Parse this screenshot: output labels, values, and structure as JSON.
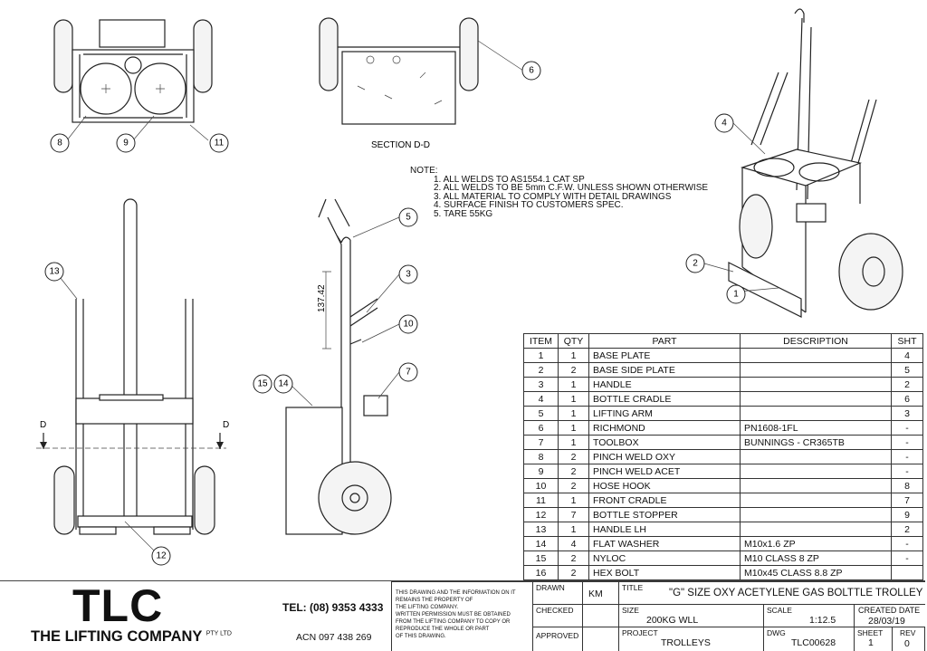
{
  "balloons": {
    "b1": "1",
    "b2": "2",
    "b3": "3",
    "b4": "4",
    "b5": "5",
    "b6": "6",
    "b7": "7",
    "b8": "8",
    "b9": "9",
    "b10": "10",
    "b11": "11",
    "b12": "12",
    "b13": "13",
    "b14": "14",
    "b15": "15"
  },
  "views": {
    "section_label": "SECTION D-D",
    "section_marker": "D",
    "dimension": "137.42"
  },
  "notes": {
    "heading": "NOTE:",
    "items": [
      "1. ALL WELDS TO AS1554.1 CAT SP",
      "2. ALL WELDS TO BE 5mm C.F.W. UNLESS SHOWN OTHERWISE",
      "3. ALL MATERIAL TO COMPLY WITH DETAIL DRAWINGS",
      "4. SURFACE FINISH TO CUSTOMERS SPEC.",
      "5. TARE 55KG"
    ]
  },
  "bom": {
    "headers": [
      "ITEM",
      "QTY",
      "PART",
      "DESCRIPTION",
      "SHT"
    ],
    "rows": [
      [
        "1",
        "1",
        "BASE PLATE",
        "",
        "4"
      ],
      [
        "2",
        "2",
        "BASE SIDE PLATE",
        "",
        "5"
      ],
      [
        "3",
        "1",
        "HANDLE",
        "",
        "2"
      ],
      [
        "4",
        "1",
        "BOTTLE CRADLE",
        "",
        "6"
      ],
      [
        "5",
        "1",
        "LIFTING ARM",
        "",
        "3"
      ],
      [
        "6",
        "1",
        "RICHMOND",
        "PN1608-1FL",
        "-"
      ],
      [
        "7",
        "1",
        "TOOLBOX",
        "BUNNINGS - CR365TB",
        "-"
      ],
      [
        "8",
        "2",
        "PINCH WELD OXY",
        "",
        "-"
      ],
      [
        "9",
        "2",
        "PINCH WELD ACET",
        "",
        "-"
      ],
      [
        "10",
        "2",
        "HOSE HOOK",
        "",
        "8"
      ],
      [
        "11",
        "1",
        "FRONT CRADLE",
        "",
        "7"
      ],
      [
        "12",
        "7",
        "BOTTLE STOPPER",
        "",
        "9"
      ],
      [
        "13",
        "1",
        "HANDLE LH",
        "",
        "2"
      ],
      [
        "14",
        "4",
        "FLAT WASHER",
        "M10x1.6 ZP",
        "-"
      ],
      [
        "15",
        "2",
        "NYLOC",
        "M10 CLASS 8 ZP",
        "-"
      ],
      [
        "16",
        "2",
        "HEX BOLT",
        "M10x45 CLASS 8.8 ZP",
        ""
      ]
    ]
  },
  "title_block": {
    "logo": "TLC",
    "company": "THE LIFTING COMPANY",
    "company_suffix": "PTY LTD",
    "tel": "TEL: (08) 9353 4333",
    "acn": "ACN 097 438 269",
    "notice": [
      "THIS DRAWING AND THE INFORMATION ON IT",
      "REMAINS THE PROPERTY OF",
      "THE LIFTING COMPANY.",
      "WRITTEN PERMISSION MUST BE OBTAINED",
      "FROM THE LIFTING COMPANY TO COPY OR",
      "REPRODUCE THE WHOLE OR PART",
      "OF THIS DRAWING."
    ],
    "drawn_label": "DRAWN",
    "drawn": "KM",
    "checked_label": "CHECKED",
    "approved_label": "APPROVED",
    "title_label": "TITLE",
    "title": "\"G\" SIZE OXY ACETYLENE GAS BOLTTLE TROLLEY",
    "size_label": "SIZE",
    "size": "200KG WLL",
    "scale_label": "SCALE",
    "scale": "1:12.5",
    "created_label": "CREATED DATE",
    "created": "28/03/19",
    "project_label": "PROJECT",
    "project": "TROLLEYS",
    "dwg_label": "DWG",
    "dwg": "TLC00628",
    "sheet_label": "SHEET",
    "sheet": "1",
    "rev_label": "REV",
    "rev": "0"
  }
}
